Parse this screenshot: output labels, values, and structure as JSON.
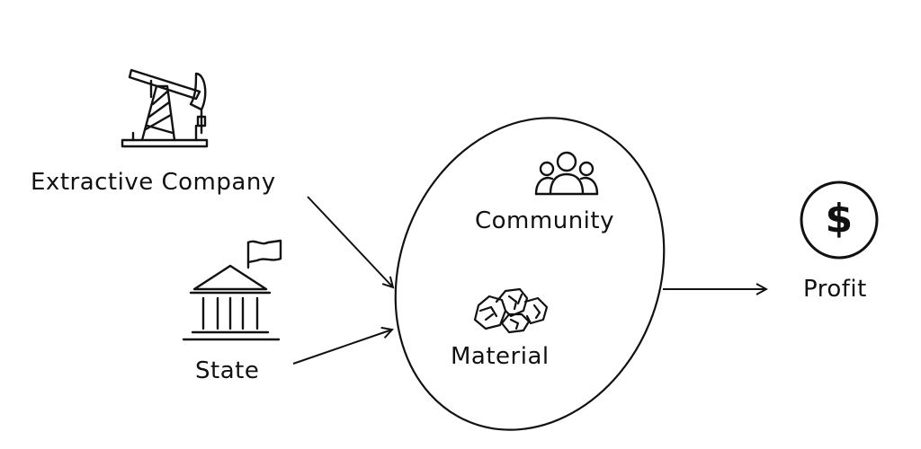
{
  "nodes": {
    "extractive_company": {
      "label": "Extractive Company",
      "icon": "oil-pump-icon"
    },
    "state": {
      "label": "State",
      "icon": "government-building-icon"
    },
    "community": {
      "label": "Community",
      "icon": "people-group-icon"
    },
    "material": {
      "label": "Material",
      "icon": "rocks-icon"
    },
    "profit": {
      "label": "Profit",
      "icon": "dollar-coin-icon",
      "symbol": "$"
    }
  },
  "colors": {
    "ink": "#111111",
    "background": "#ffffff"
  }
}
